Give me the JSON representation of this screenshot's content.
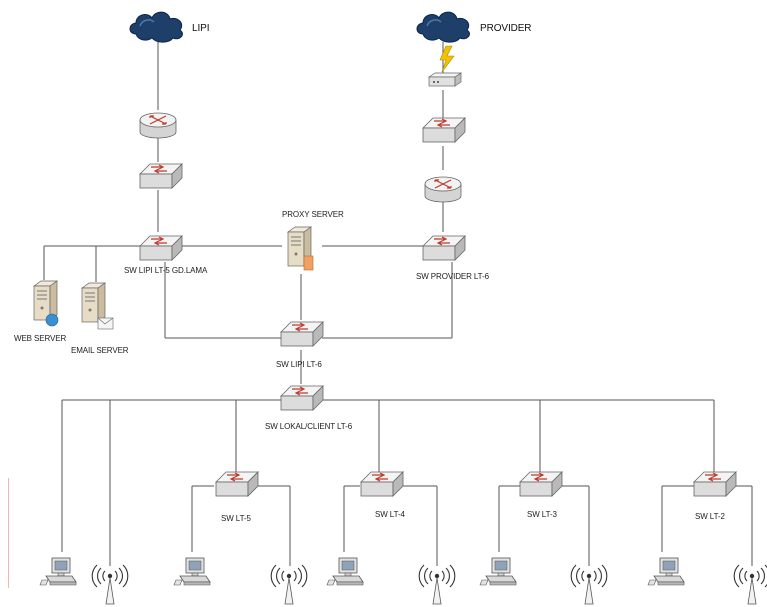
{
  "labels": {
    "lipi": "LIPI",
    "provider": "PROVIDER",
    "proxy_server": "PROXY SERVER",
    "sw_lipi_lt5": "SW LIPI LT-5 GD.LAMA",
    "sw_provider_lt6": "SW PROVIDER LT-6",
    "web_server": "WEB SERVER",
    "email_server": "EMAIL SERVER",
    "sw_lipi_lt6": "SW LIPI LT-6",
    "sw_lokal_client_lt6": "SW LOKAL/CLIENT LT-6",
    "sw_lt5": "SW LT-5",
    "sw_lt4": "SW LT-4",
    "sw_lt3": "SW LT-3",
    "sw_lt2": "SW LT-2"
  },
  "colors": {
    "line": "#555555",
    "cloud": "#1d3f6a",
    "device_body": "#e6e6e6",
    "device_accent": "#c0392b",
    "server_body": "#e7dcc6"
  },
  "icons": {
    "cloud": "cloud-icon",
    "router": "router-icon",
    "switch": "switch-icon",
    "modem": "modem-icon",
    "server": "server-icon",
    "workstation": "workstation-icon",
    "wireless": "wireless-ap-icon"
  }
}
